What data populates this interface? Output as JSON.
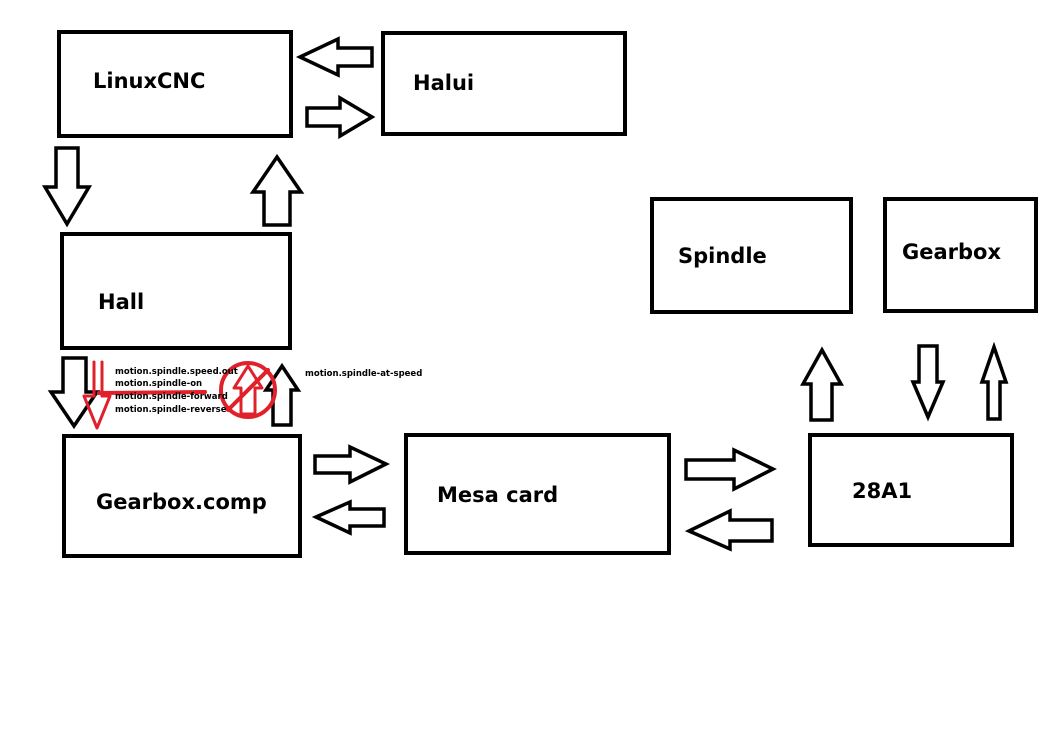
{
  "blocks": {
    "linuxcnc": "LinuxCNC",
    "halui": "Halui",
    "hall": "Hall",
    "gearbox_comp": "Gearbox.comp",
    "mesa_card": "Mesa card",
    "spindle": "Spindle",
    "gearbox": "Gearbox",
    "drive_28a1": "28A1"
  },
  "signals": {
    "down": [
      "motion.spindle.speed.out",
      "motion.spindle-on",
      "motion.spindle-forward",
      "motion.spindle-reverse"
    ],
    "up": "motion.spindle-at-speed"
  },
  "colors": {
    "stroke": "#000000",
    "annotation": "#e0202a"
  }
}
